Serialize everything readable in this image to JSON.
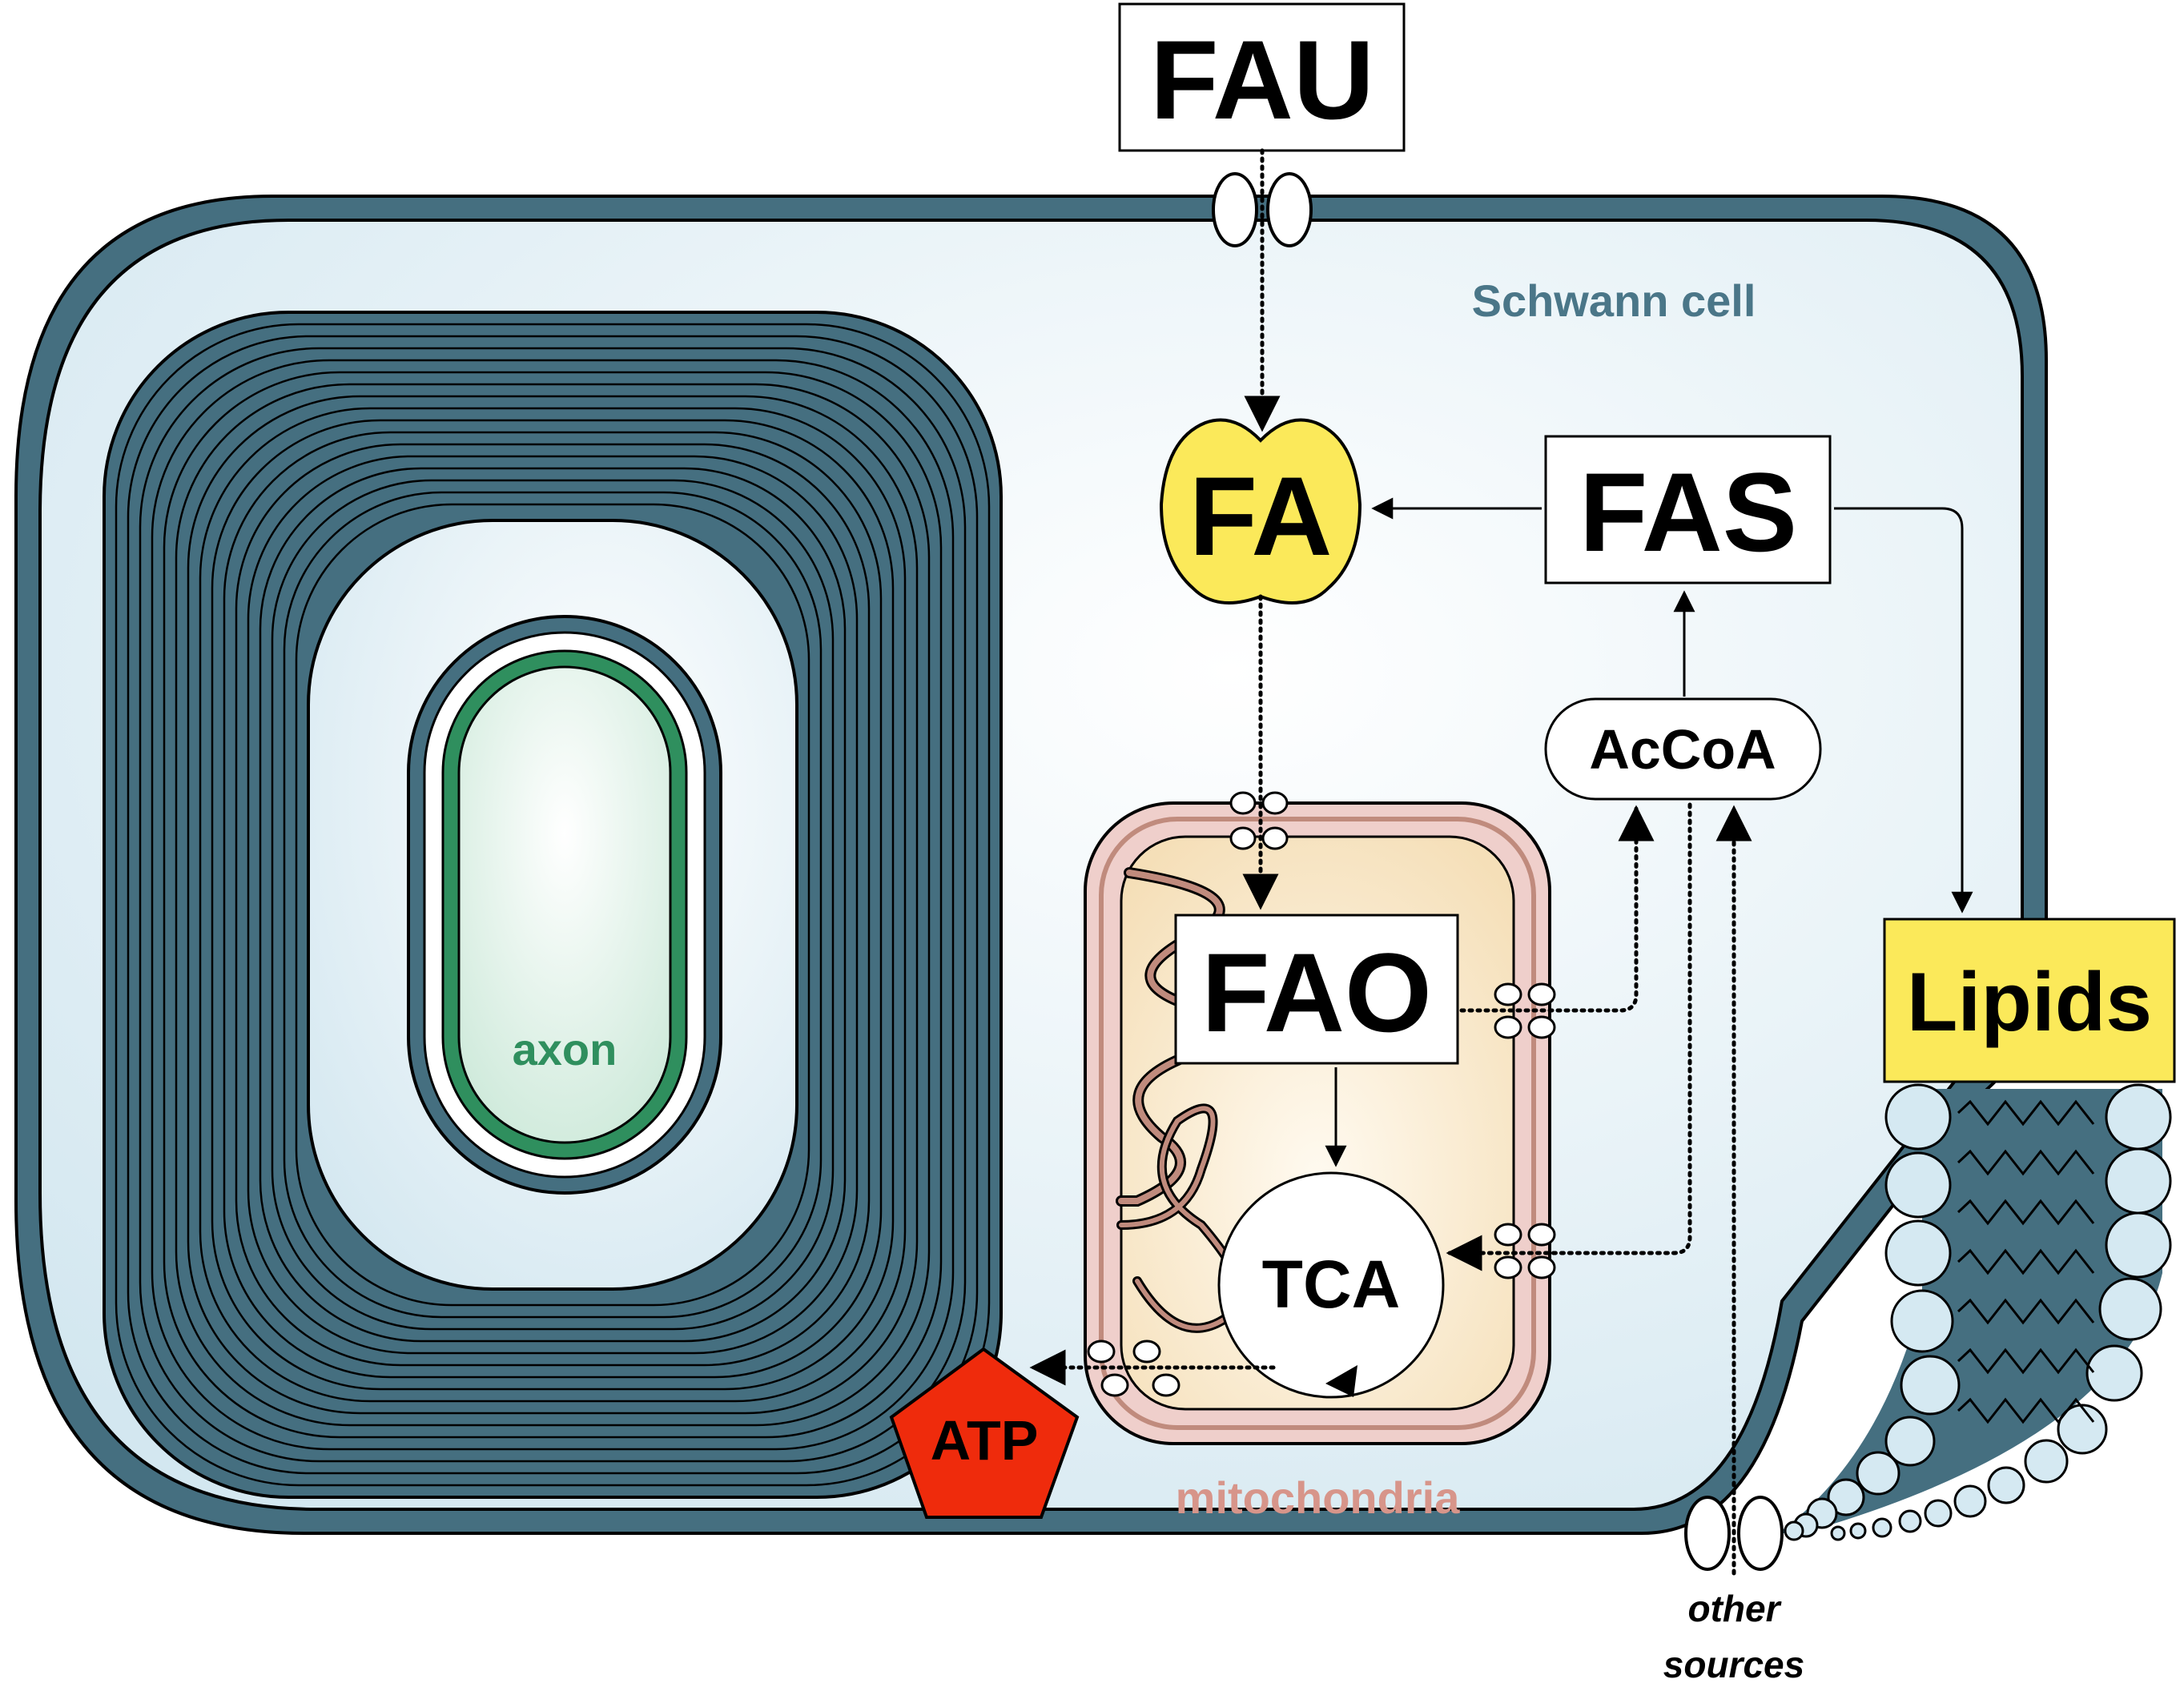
{
  "labels": {
    "fau": "FAU",
    "fa": "FA",
    "fas": "FAS",
    "acoa": "AcCoA",
    "fao": "FAO",
    "tca": "TCA",
    "atp": "ATP",
    "lipids": "Lipids",
    "schwann_cell": "Schwann cell",
    "axon": "axon",
    "mitochondria": "mitochondria",
    "other_sources_line1": "other",
    "other_sources_line2": "sources"
  },
  "colors": {
    "membrane": "#456f80",
    "cytoplasm": "#dfeef5",
    "axon_fill": "#e3f3ea",
    "axon_ring": "#2f8f5e",
    "mito_outer": "#efcfcb",
    "mito_stroke": "#c08b7d",
    "mito_matrix": "#fbefd6",
    "fa_yellow": "#fbe95a",
    "lipids_yellow": "#fbe95a",
    "atp_red": "#ef2b0c",
    "schwann_label": "#4a7688",
    "axon_label": "#2f8f5e",
    "mito_label": "#d7958a",
    "vesicle": "#d5e9f2"
  }
}
